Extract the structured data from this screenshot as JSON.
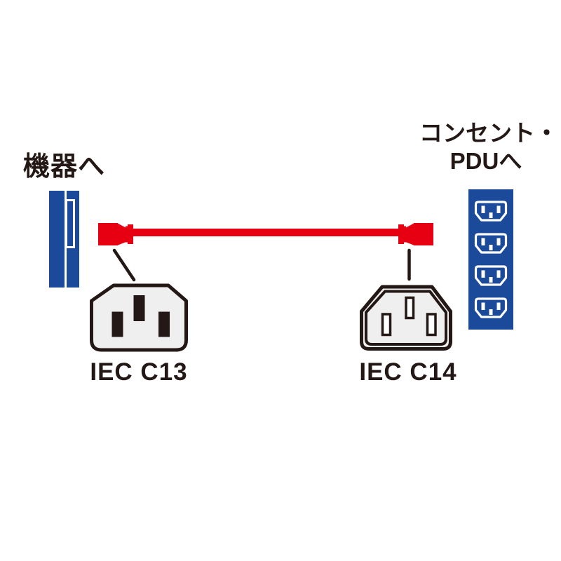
{
  "diagram": {
    "labels": {
      "equipment": "機器へ",
      "outlet_line1": "コンセント・",
      "outlet_line2": "PDUへ",
      "connector_left": "IEC C13",
      "connector_right": "IEC C14"
    },
    "pdu": {
      "outlet_count": 4
    },
    "colors": {
      "cable_red": "#e60012",
      "device_blue": "#1b4a9b",
      "outline_dark": "#231815",
      "connector_fill": "#efefef",
      "background": "#ffffff"
    }
  }
}
